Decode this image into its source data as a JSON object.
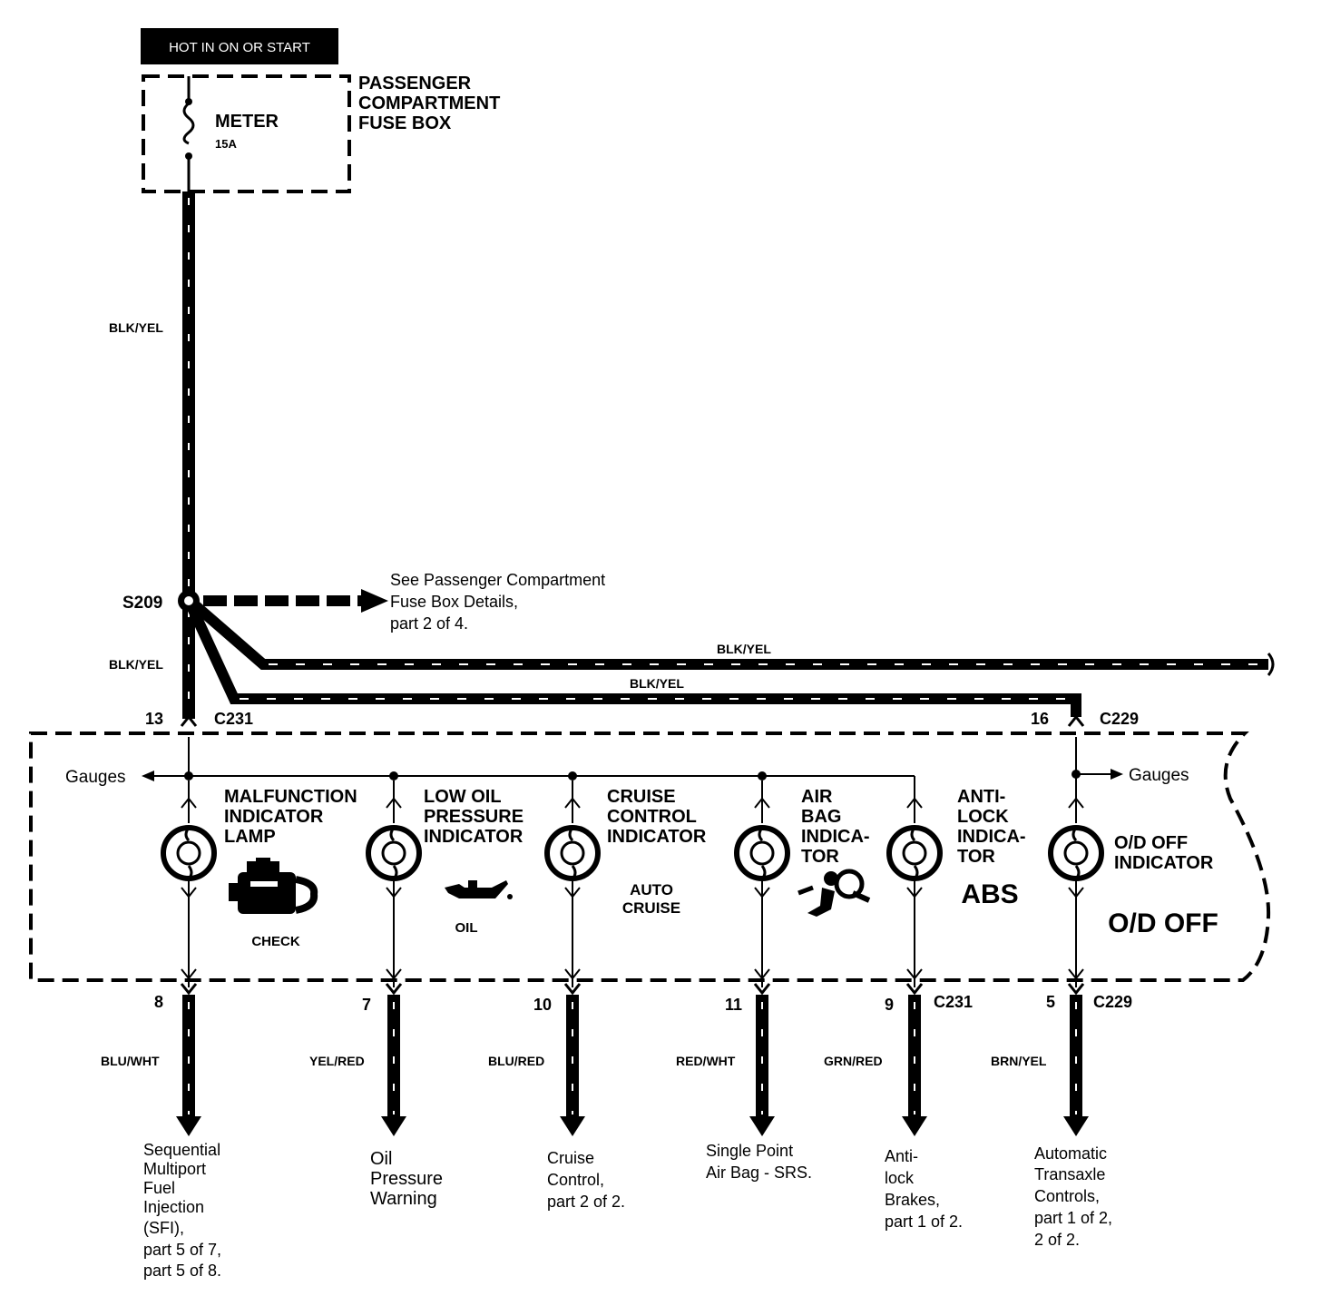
{
  "header": {
    "power_label": "HOT IN ON OR START"
  },
  "fuse_box": {
    "title": [
      "PASSENGER",
      "COMPARTMENT",
      "FUSE BOX"
    ],
    "fuse_name": "METER",
    "fuse_rating": "15A"
  },
  "wires": {
    "main_feed": "BLK/YEL",
    "splice_lower": "BLK/YEL",
    "branch_upper": "BLK/YEL",
    "branch_lower": "BLK/YEL"
  },
  "splice": {
    "name": "S209",
    "reference": [
      "See Passenger Compartment",
      "Fuse Box Details,",
      "part 2 of 4."
    ]
  },
  "connectors": {
    "top_left_pin": "13",
    "top_left_name": "C231",
    "top_right_pin": "16",
    "top_right_name": "C229",
    "bottom_left_name": "C231",
    "bottom_right_name": "C229"
  },
  "cluster": {
    "gauges_left": "Gauges",
    "gauges_right": "Gauges",
    "indicators": [
      {
        "title": [
          "MALFUNCTION",
          "INDICATOR",
          "LAMP"
        ],
        "caption": "CHECK",
        "pin": "8",
        "wire": "BLU/WHT",
        "icon": "engine-icon",
        "destination": [
          "Sequential",
          "Multiport",
          "Fuel",
          "Injection",
          "(SFI),",
          "part 5 of 7,",
          "part 5 of 8."
        ]
      },
      {
        "title": [
          "LOW OIL",
          "PRESSURE",
          "INDICATOR"
        ],
        "caption": "OIL",
        "pin": "7",
        "wire": "YEL/RED",
        "icon": "oil-can-icon",
        "destination": [
          "Oil",
          "Pressure",
          "Warning"
        ]
      },
      {
        "title": [
          "CRUISE",
          "CONTROL",
          "INDICATOR"
        ],
        "caption": [
          "AUTO",
          "CRUISE"
        ],
        "pin": "10",
        "wire": "BLU/RED",
        "icon": "",
        "destination": [
          "Cruise",
          "Control,",
          "part 2 of 2."
        ]
      },
      {
        "title": [
          "AIR",
          "BAG",
          "INDICA-",
          "TOR"
        ],
        "caption": "",
        "pin": "11",
        "wire": "RED/WHT",
        "icon": "airbag-icon",
        "destination": [
          "Single Point",
          "Air Bag - SRS."
        ]
      },
      {
        "title": [
          "ANTI-",
          "LOCK",
          "INDICA-",
          "TOR"
        ],
        "caption": "ABS",
        "pin": "9",
        "wire": "GRN/RED",
        "icon": "",
        "destination": [
          "Anti-",
          "lock",
          "Brakes,",
          "part 1 of 2."
        ]
      },
      {
        "title": [
          "O/D OFF",
          "INDICATOR"
        ],
        "caption": "O/D OFF",
        "pin": "5",
        "wire": "BRN/YEL",
        "icon": "",
        "destination": [
          "Automatic",
          "Transaxle",
          "Controls,",
          "part 1 of 2,",
          "2 of 2."
        ]
      }
    ]
  }
}
